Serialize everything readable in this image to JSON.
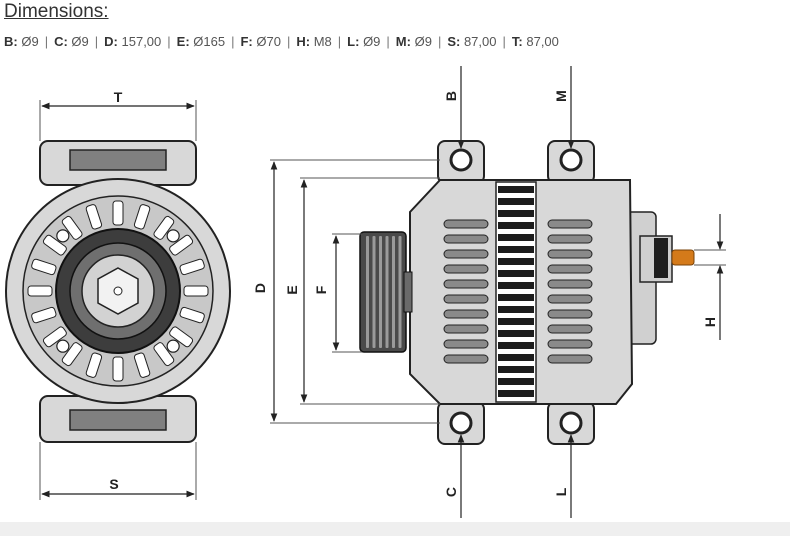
{
  "heading": "Dimensions:",
  "dimensions": [
    {
      "label": "B:",
      "value": "Ø9"
    },
    {
      "label": "C:",
      "value": "Ø9"
    },
    {
      "label": "D:",
      "value": "157,00"
    },
    {
      "label": "E:",
      "value": "Ø165"
    },
    {
      "label": "F:",
      "value": "Ø70"
    },
    {
      "label": "H:",
      "value": "M8"
    },
    {
      "label": "L:",
      "value": "Ø9"
    },
    {
      "label": "M:",
      "value": "Ø9"
    },
    {
      "label": "S:",
      "value": "87,00"
    },
    {
      "label": "T:",
      "value": "87,00"
    }
  ],
  "separator": "|",
  "drawing_labels": {
    "T": "T",
    "S": "S",
    "D": "D",
    "E": "E",
    "F": "F",
    "B": "B",
    "M": "M",
    "C": "C",
    "L": "L",
    "H": "H"
  }
}
